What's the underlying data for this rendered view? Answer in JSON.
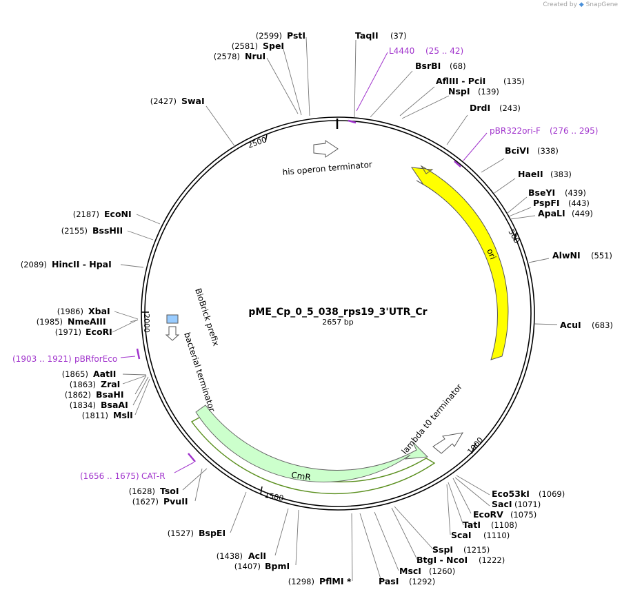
{
  "credit": {
    "prefix": "Created by",
    "brand": "SnapGene"
  },
  "plasmid": {
    "name": "pME_Cp_0_5_038_rps19_3'UTR_Cr",
    "length_label": "2657 bp",
    "length": 2657
  },
  "ticks": [
    "500",
    "1000",
    "1500",
    "2000",
    "2500"
  ],
  "colors": {
    "ori": "#ffff00",
    "cmr": "#ccffcc",
    "primer": "#a033cc",
    "biobrick": "#99ccff"
  },
  "enzymes": [
    {
      "pos": "(37)",
      "name": "TaqII"
    },
    {
      "pos": "(68)",
      "name": "BsrBI"
    },
    {
      "pos": "(135)",
      "name": "AflIII  - PciI"
    },
    {
      "pos": "(139)",
      "name": "NspI"
    },
    {
      "pos": "(243)",
      "name": "DrdI"
    },
    {
      "pos": "(338)",
      "name": "BciVI"
    },
    {
      "pos": "(383)",
      "name": "HaeII"
    },
    {
      "pos": "(439)",
      "name": "BseYI"
    },
    {
      "pos": "(443)",
      "name": "PspFI"
    },
    {
      "pos": "(449)",
      "name": "ApaLI"
    },
    {
      "pos": "(551)",
      "name": "AlwNI"
    },
    {
      "pos": "(683)",
      "name": "AcuI"
    },
    {
      "pos": "(1069)",
      "name": "Eco53kI"
    },
    {
      "pos": "(1071)",
      "name": "SacI"
    },
    {
      "pos": "(1075)",
      "name": "EcoRV"
    },
    {
      "pos": "(1108)",
      "name": "TatI"
    },
    {
      "pos": "(1110)",
      "name": "ScaI"
    },
    {
      "pos": "(1215)",
      "name": "SspI"
    },
    {
      "pos": "(1222)",
      "name": "BtgI  - NcoI"
    },
    {
      "pos": "(1260)",
      "name": "MscI"
    },
    {
      "pos": "(1292)",
      "name": "PasI"
    },
    {
      "pos": "(1298)",
      "name": "PflMI *"
    },
    {
      "pos": "(1407)",
      "name": "BpmI"
    },
    {
      "pos": "(1438)",
      "name": "AclI"
    },
    {
      "pos": "(1527)",
      "name": "BspEI"
    },
    {
      "pos": "(1627)",
      "name": "PvuII"
    },
    {
      "pos": "(1628)",
      "name": "TsoI"
    },
    {
      "pos": "(1811)",
      "name": "MslI"
    },
    {
      "pos": "(1834)",
      "name": "BsaAI"
    },
    {
      "pos": "(1862)",
      "name": "BsaHI"
    },
    {
      "pos": "(1863)",
      "name": "ZraI"
    },
    {
      "pos": "(1865)",
      "name": "AatII"
    },
    {
      "pos": "(1971)",
      "name": "EcoRI"
    },
    {
      "pos": "(1985)",
      "name": "NmeAIII"
    },
    {
      "pos": "(1986)",
      "name": "XbaI"
    },
    {
      "pos": "(2089)",
      "name": "HincII  - HpaI"
    },
    {
      "pos": "(2155)",
      "name": "BssHII"
    },
    {
      "pos": "(2187)",
      "name": "EcoNI"
    },
    {
      "pos": "(2427)",
      "name": "SwaI"
    },
    {
      "pos": "(2578)",
      "name": "NruI"
    },
    {
      "pos": "(2581)",
      "name": "SpeI"
    },
    {
      "pos": "(2599)",
      "name": "PstI"
    }
  ],
  "primers": [
    {
      "name": "L4440",
      "range": "(25 .. 42)"
    },
    {
      "name": "pBR322ori-F",
      "range": "(276 .. 295)"
    },
    {
      "name": "pBRforEco",
      "range": "(1903 .. 1921)"
    },
    {
      "name": "CAT-R",
      "range": "(1656 .. 1675)"
    }
  ],
  "features": {
    "ori": "ori",
    "cmr": "CmR",
    "his_term": "his operon terminator",
    "lambda_term": "lambda t0 terminator",
    "biobrick": "BioBrick prefix",
    "bact_term": "bacterial terminator"
  }
}
